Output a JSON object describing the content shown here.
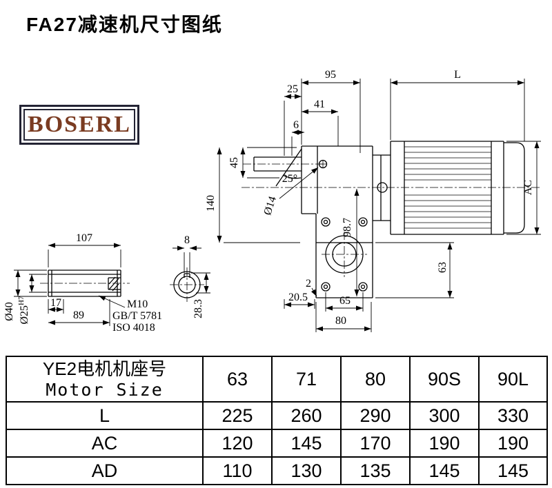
{
  "page": {
    "title": "FA27减速机尺寸图纸"
  },
  "logo": {
    "text": "BOSERL"
  },
  "drawing": {
    "dims": {
      "d95": "95",
      "d25": "25",
      "L": "L",
      "d41": "41",
      "d6": "6",
      "d45": "45",
      "d140": "140",
      "dia14": "Ø14",
      "angle25": "25°",
      "d98_7": "98.7",
      "AC": "AC",
      "d63": "63",
      "d2": "2",
      "d20_5": "20.5",
      "d65": "65",
      "d80": "80"
    },
    "shaft": {
      "d107": "107",
      "d8": "8",
      "d17": "17",
      "d89": "89",
      "thread": "M10",
      "standard1": "GB/T 5781",
      "standard2": "ISO 4018",
      "dia40": "Ø40",
      "dia25": "Ø25",
      "tol": "H7",
      "d28_3": "28.3"
    }
  },
  "table": {
    "header": {
      "line1": "YE2电机机座号",
      "line2": "Motor Size"
    },
    "sizes": [
      "63",
      "71",
      "80",
      "90S",
      "90L"
    ],
    "rows": [
      {
        "label": "L",
        "values": [
          "225",
          "260",
          "290",
          "300",
          "330"
        ]
      },
      {
        "label": "AC",
        "values": [
          "120",
          "145",
          "170",
          "190",
          "190"
        ]
      },
      {
        "label": "AD",
        "values": [
          "110",
          "130",
          "135",
          "145",
          "145"
        ]
      }
    ]
  }
}
